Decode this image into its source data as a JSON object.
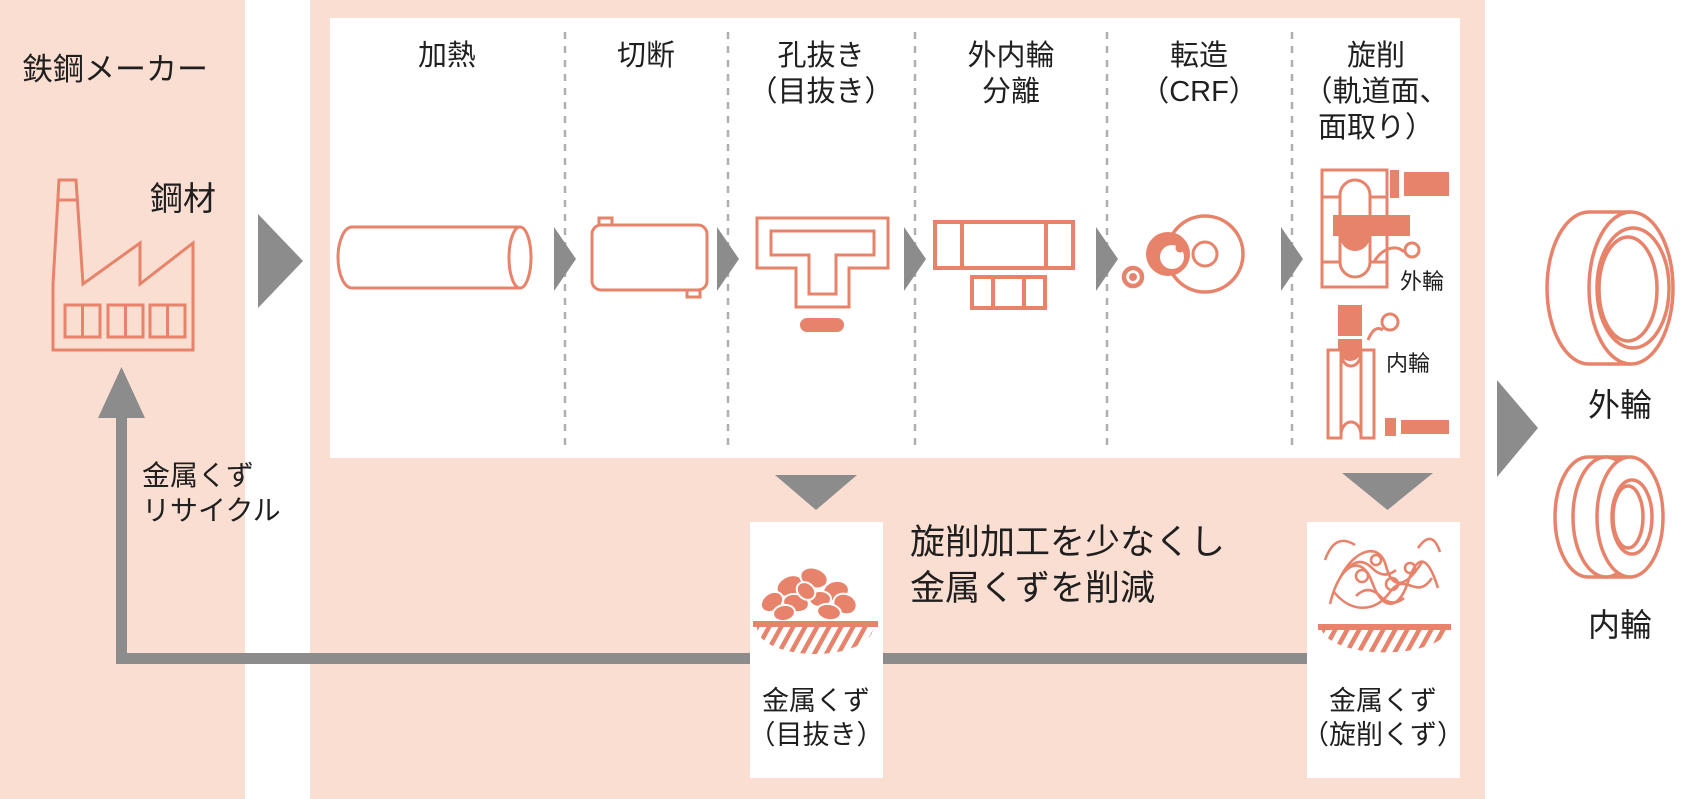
{
  "colors": {
    "peach": "#FBDED2",
    "salmon": "#E8836B",
    "gray": "#8C8C8C",
    "dash": "#AFAFAF",
    "text": "#1F1F1F"
  },
  "steel_maker": {
    "title": "鉄鋼メーカー",
    "material": "鋼材",
    "recycle_lines": [
      "金属くず",
      "リサイクル"
    ]
  },
  "process_steps": [
    {
      "lines": [
        "加熱"
      ]
    },
    {
      "lines": [
        "切断"
      ]
    },
    {
      "lines": [
        "孔抜き",
        "（目抜き）"
      ]
    },
    {
      "lines": [
        "外内輪",
        "分離"
      ]
    },
    {
      "lines": [
        "転造",
        "（CRF）"
      ]
    },
    {
      "lines": [
        "旋削",
        "（軌道面、",
        "面取り）"
      ]
    }
  ],
  "turning_labels": {
    "outer": "外輪",
    "inner": "内輪"
  },
  "outputs": {
    "outer": "外輪",
    "inner": "内輪"
  },
  "scrap_boxes": [
    {
      "lines": [
        "金属くず",
        "（目抜き）"
      ]
    },
    {
      "lines": [
        "金属くず",
        "（旋削くず）"
      ]
    }
  ],
  "note_lines": [
    "旋削加工を少なくし",
    "金属くずを削減"
  ]
}
